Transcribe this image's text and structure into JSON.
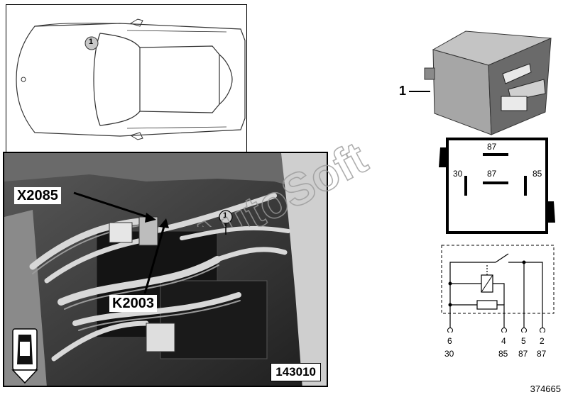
{
  "car_view": {
    "callout_number": "1"
  },
  "photo": {
    "label_connector": "X2085",
    "label_relay": "K2003",
    "callout_number": "1",
    "photo_number": "143010"
  },
  "relay": {
    "callout_number": "1",
    "pinout": {
      "top": "87",
      "middle": "87",
      "left": "30",
      "right": "85"
    }
  },
  "schematic": {
    "pins": [
      {
        "number": "6",
        "terminal": "30"
      },
      {
        "number": "4",
        "terminal": "85"
      },
      {
        "number": "5",
        "terminal": "87"
      },
      {
        "number": "2",
        "terminal": "87"
      }
    ]
  },
  "watermark": "AutoSoft",
  "document_number": "374665"
}
